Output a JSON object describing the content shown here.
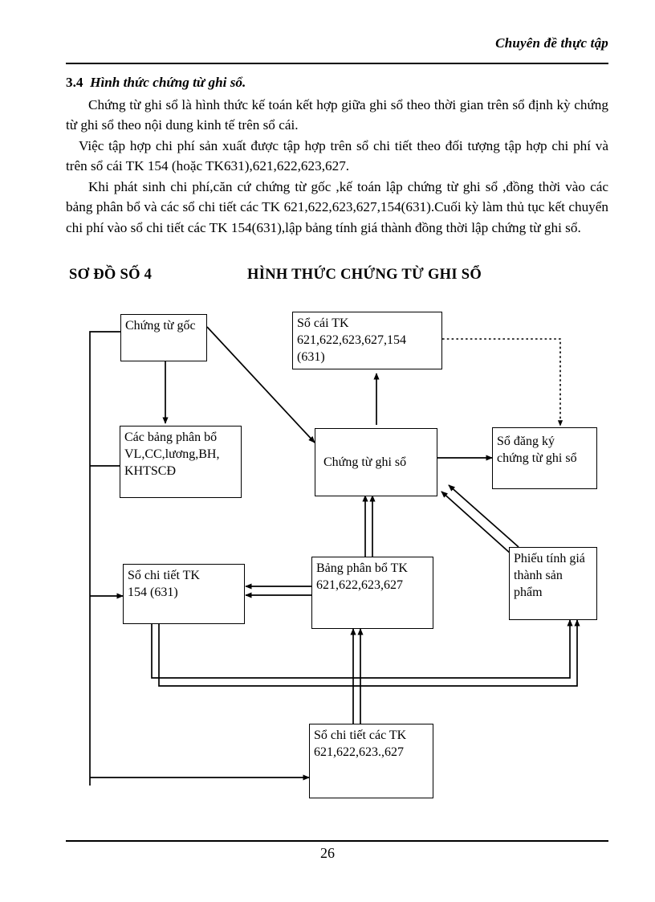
{
  "header": {
    "running_head": "Chuyên đề thực tập"
  },
  "section": {
    "number": "3.4",
    "title": "Hình thức chứng từ ghi sổ.",
    "paragraphs": [
      "Chứng từ ghi sổ là hình thức kế toán kết hợp giữa ghi sổ theo thời gian trên sổ định kỳ chứng từ ghi sổ theo nội dung kinh tế  trên sổ cái.",
      "Việc tập hợp chi phí sản xuất được tập hợp trên sổ chi tiết theo đối tượng tập hợp chi phí và trên sổ cái TK  154 (hoặc TK631),621,622,623,627.",
      "Khi phát sinh chi phí,căn cứ chứng từ gốc ,kế toán lập chứng từ ghi sổ ,đồng thời vào các bảng phân bổ và các sổ chi tiết các TK 621,622,623,627,154(631).Cuối kỳ làm thủ tục kết chuyển chi phí vào sổ chi tiết các TK 154(631),lập bảng tính giá thành  đồng thời lập chứng từ ghi sổ."
    ]
  },
  "diagram": {
    "label_left": "SƠ ĐỒ  SỐ 4",
    "label_right": "HÌNH THỨC CHỨNG TỪ GHI SỔ",
    "nodes": {
      "chung_tu_goc": "Chứng từ gốc",
      "so_cai": "Sổ cái  TK\n621,622,623,627,154\n(631)",
      "cac_bang_phan_bo": "Các bảng phân bổ\nVL,CC,lương,BH,\nKHTSCĐ",
      "chung_tu_ghi_so": "Chứng từ ghi sổ",
      "so_dang_ky": "Sổ đăng ký\nchứng từ ghi sổ",
      "so_chi_tiet_154": "Sổ chi tiết  TK\n   154 (631)",
      "bang_phan_bo_tk": "Bảng phân bổ TK\n621,622,623,627",
      "phieu_tinh_gia": "Phiếu tính giá\nthành sản\nphẩm",
      "so_chi_tiet_cac_tk": "Sổ chi tiết các TK\n   621,622,623.,627"
    }
  },
  "footer": {
    "page_number": "26"
  }
}
